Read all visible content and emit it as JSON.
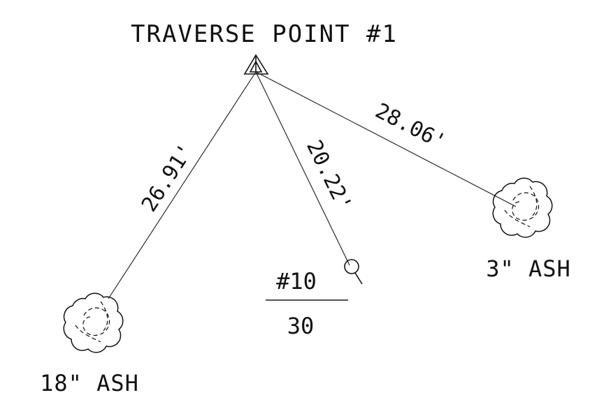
{
  "traverse_point": {
    "label": "TRAVERSE POINT #1"
  },
  "distances": {
    "to_18_ash": "26.91'",
    "to_marker": "20.22'",
    "to_3_ash": "28.06'"
  },
  "marker": {
    "number": "#10",
    "value": "30"
  },
  "trees": {
    "left": {
      "label": "18\" ASH",
      "icon": "tree-canopy-icon"
    },
    "right": {
      "label": "3\" ASH",
      "icon": "tree-canopy-icon"
    }
  },
  "icons": {
    "traverse": "triangle-station-icon",
    "marker": "circle-point-icon"
  },
  "colors": {
    "ink": "#111111",
    "background": "#ffffff"
  }
}
